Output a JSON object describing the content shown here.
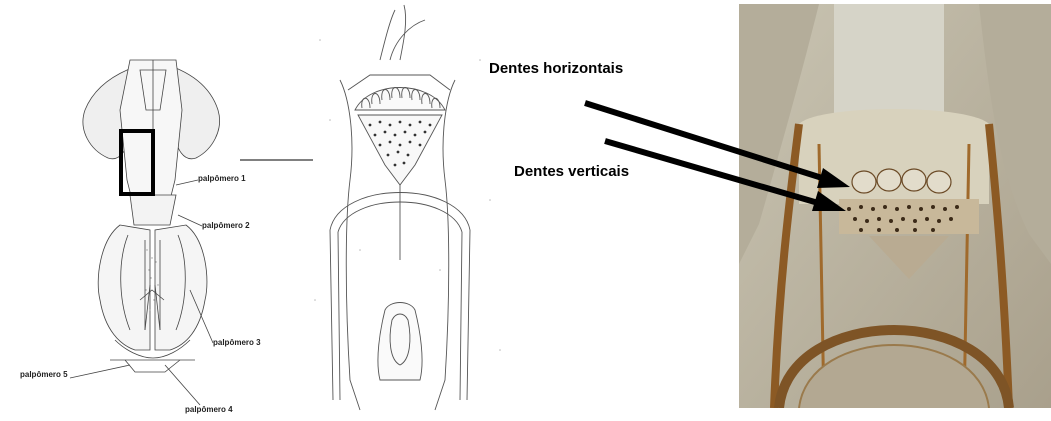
{
  "labels": {
    "palpomero1": "palpômero 1",
    "palpomero2": "palpômero 2",
    "palpomero3": "palpômero 3",
    "palpomero4": "palpômero 4",
    "palpomero5": "palpômero 5",
    "dentes_horizontais": "Dentes horizontais",
    "dentes_verticais": "Dentes verticais"
  }
}
